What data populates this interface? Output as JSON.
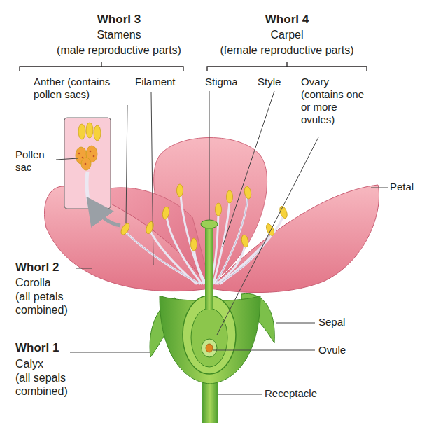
{
  "diagram": {
    "labels": [
      "Whorl 3",
      "Stamens",
      "(male reproductive parts)",
      "Whorl 4",
      "Carpel",
      "(female reproductive parts)",
      "Anther (contains pollen sacs)",
      "Filament",
      "Stigma",
      "Style",
      "Ovary (contains one or more ovules)",
      "Pollen sac",
      "Petal",
      "Whorl 2",
      "Corolla",
      "(all petals combined)",
      "Sepal",
      "Whorl 1",
      "Ovule",
      "Calyx",
      "(all sepals combined)",
      "Receptacle"
    ]
  }
}
